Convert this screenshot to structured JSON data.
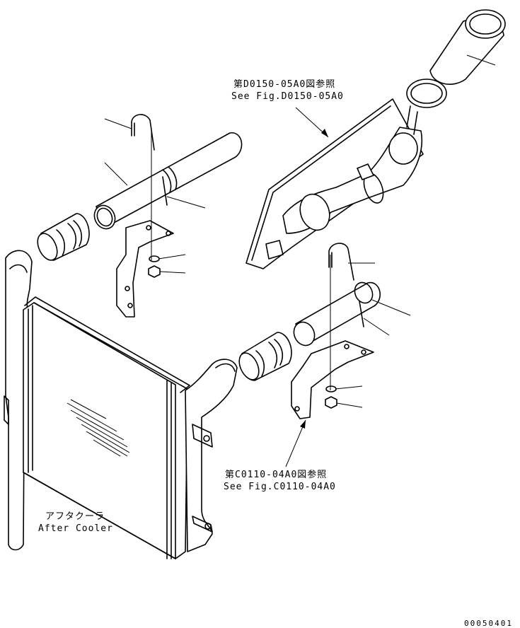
{
  "labels": {
    "ref_top_jp": "第D0150-05A0図参照",
    "ref_top_en": "See Fig.D0150-05A0",
    "ref_bottom_jp": "第C0110-04A0図参照",
    "ref_bottom_en": "See Fig.C0110-04A0",
    "part_jp": "アフタクーラ",
    "part_en": "After Cooler",
    "drawing_number": "00050401"
  }
}
